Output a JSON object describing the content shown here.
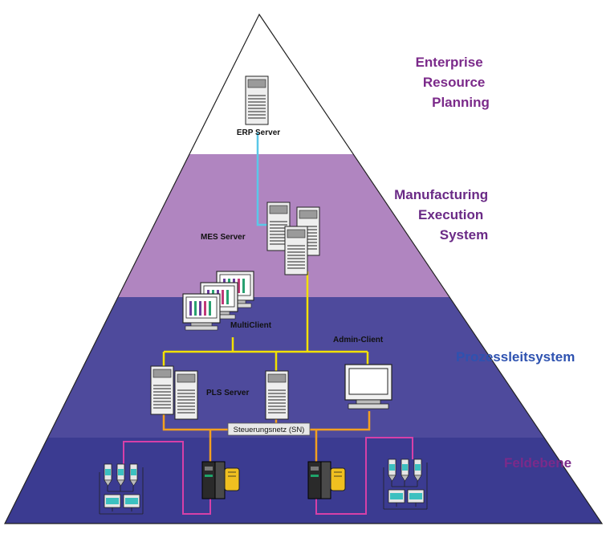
{
  "layers": [
    {
      "id": "erp",
      "lines": [
        "Enterprise",
        "Resource",
        "Planning"
      ],
      "color": "#7b2a8a",
      "fill": "#ffffff"
    },
    {
      "id": "mes",
      "lines": [
        "Manufacturing",
        "Execution",
        "System"
      ],
      "color": "#6a2a86",
      "fill": "#b085c0"
    },
    {
      "id": "pls",
      "lines": [
        "Prozessleitsystem"
      ],
      "color": "#2e52b0",
      "fill": "#4e4a9c"
    },
    {
      "id": "feld",
      "lines": [
        "Feldebene"
      ],
      "color": "#7b2a8a",
      "fill": "#3b3b91"
    }
  ],
  "components": {
    "erp_server": "ERP Server",
    "mes_server": "MES Server",
    "multi_client": "MultiClient",
    "admin_client": "Admin-Client",
    "pls_server": "PLS Server",
    "network": "Steuerungsnetz (SN)"
  },
  "colors": {
    "erp_link": "#5bc8e8",
    "terminal_bus": "#f2e000",
    "control_net": "#f3a020",
    "field_link": "#d640a8"
  }
}
